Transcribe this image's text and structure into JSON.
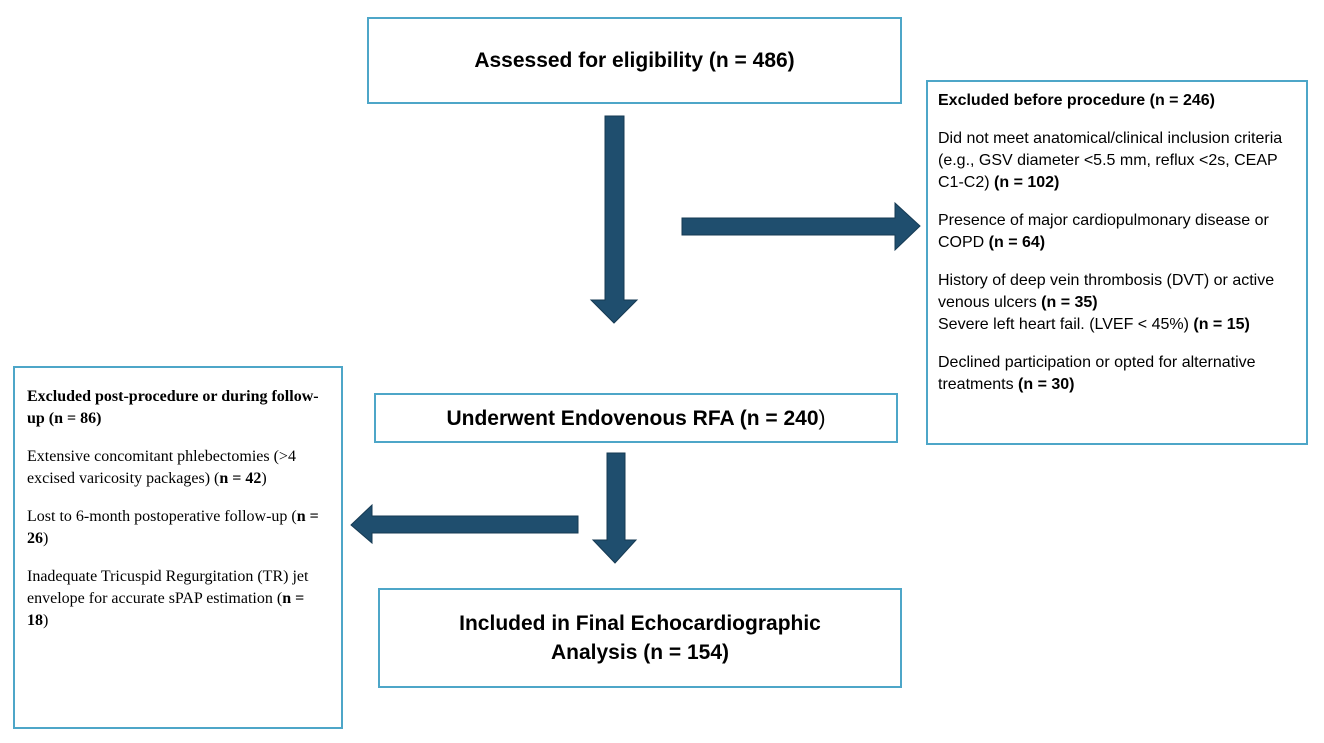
{
  "assessed": {
    "label": "Assessed for eligibility (n = 486)"
  },
  "underwent": {
    "label": "Underwent Endovenous RFA (n = 240",
    "close": ")"
  },
  "included": {
    "line1": "Included in Final Echocardiographic",
    "line2": "Analysis (n = 154)"
  },
  "excluded_before": {
    "heading": "Excluded before procedure (n = 246)",
    "items": [
      {
        "text": "Did not meet anatomical/clinical inclusion criteria (e.g., GSV diameter <5.5 mm, reflux <2s, CEAP C1-C2) ",
        "count": "(n = 102)"
      },
      {
        "text": "Presence of major cardiopulmonary disease or COPD ",
        "count": "(n = 64)"
      },
      {
        "text": "History of deep vein thrombosis (DVT) or active venous ulcers ",
        "count": "(n = 35)"
      },
      {
        "text": "Severe left heart fail.  (LVEF < 45%) ",
        "count": "(n = 15)"
      },
      {
        "text": "Declined participation or opted for alternative treatments ",
        "count": "(n = 30)"
      }
    ]
  },
  "excluded_post": {
    "heading_main": "Excluded post-procedure or during follow-up (",
    "heading_n": "n = 86",
    "heading_end": ")",
    "items": [
      {
        "text": "Extensive concomitant phlebectomies (>4 excised varicosity packages) ",
        "count_open": "(",
        "count": "n = 42",
        "count_close": ")"
      },
      {
        "text": "Lost to 6-month postoperative follow-up ",
        "count_open": "(",
        "count": "n = 26",
        "count_close": ")"
      },
      {
        "text": "Inadequate Tricuspid Regurgitation (TR) jet envelope for accurate sPAP estimation ",
        "count_open": "(",
        "count": "n = 18",
        "count_close": ")"
      }
    ]
  },
  "colors": {
    "arrow": "#1f4e6e",
    "box_border": "#4da6c8"
  }
}
